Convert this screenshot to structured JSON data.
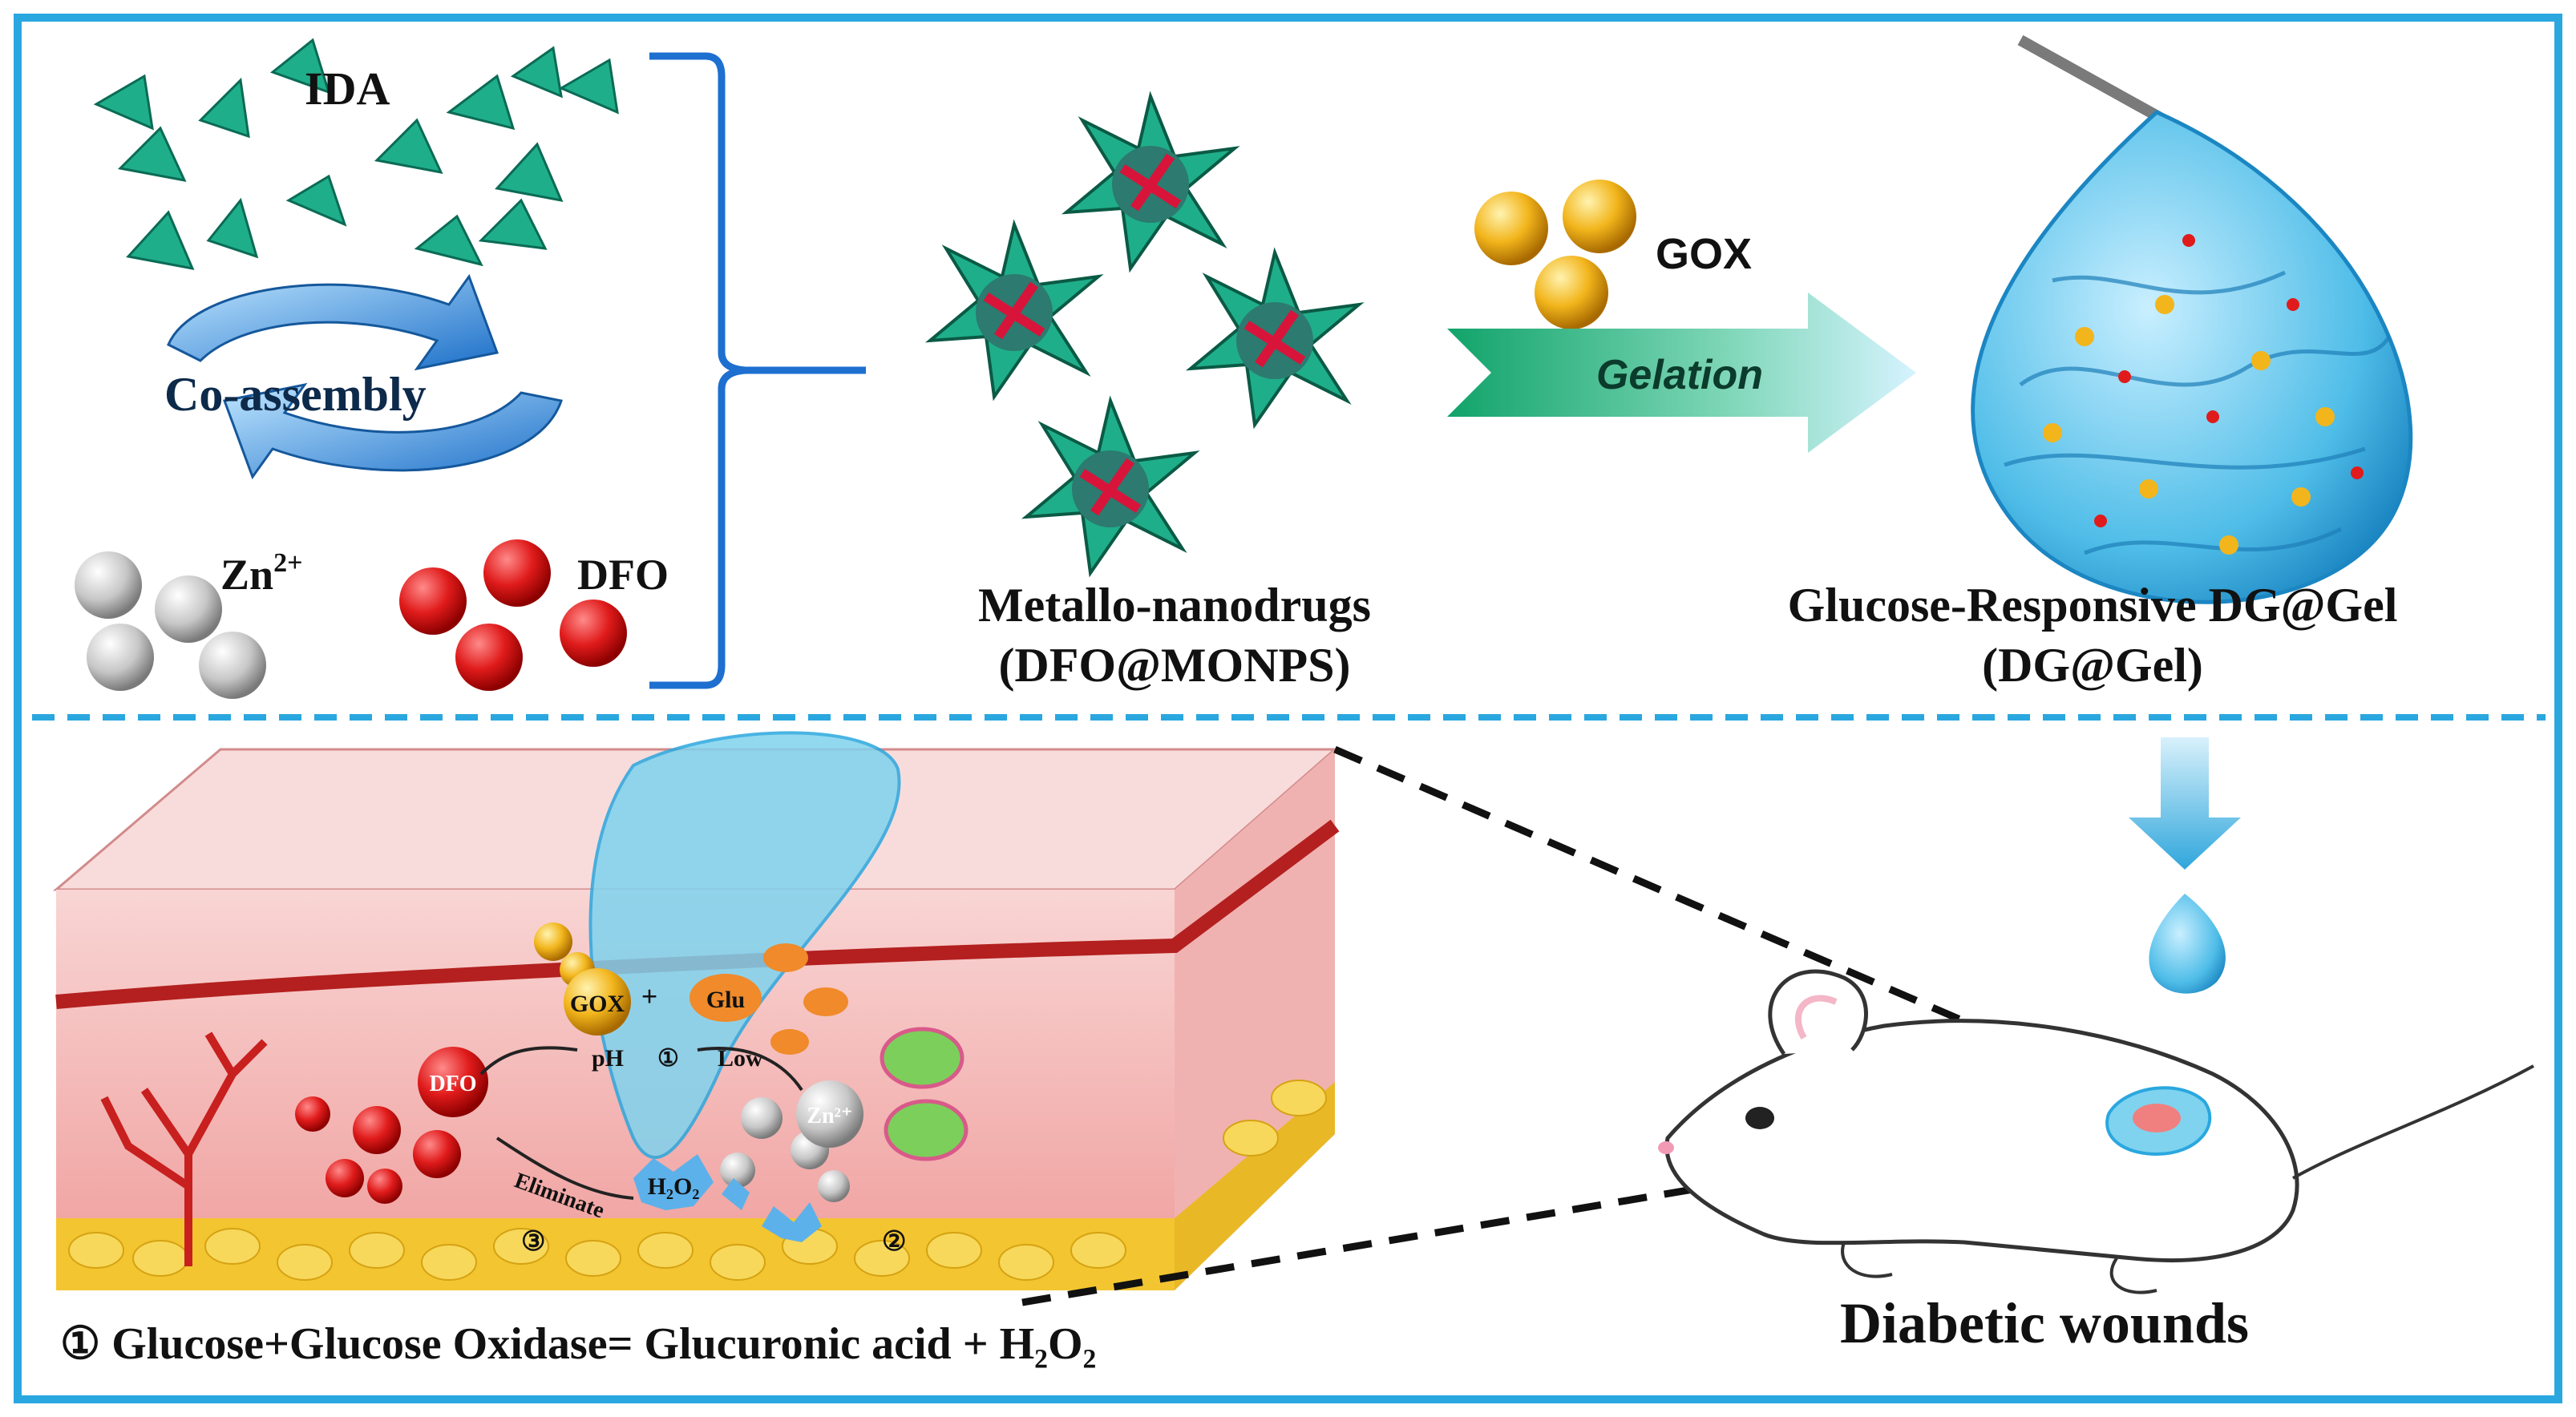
{
  "labels": {
    "ida": "IDA",
    "co_assembly": "Co-assembly",
    "zn": "Zn",
    "zn_sup": "2+",
    "dfo": "DFO",
    "nanodrug_line1": "Metallo-nanodrugs",
    "nanodrug_line2": "(DFO@MONPS)",
    "gox": "GOX",
    "gelation": "Gelation",
    "gel_line1": "Glucose-Responsive DG@Gel",
    "gel_line2": "(DG@Gel)",
    "diabetic_wounds": "Diabetic wounds",
    "equation": "① Glucose+Glucose Oxidase= Glucuronic acid + H₂O₂"
  },
  "skin": {
    "gox": "GOX",
    "plus": "+",
    "glu": "Glu",
    "dfo": "DFO",
    "zn": "Zn²⁺",
    "h2o2": "H₂O₂",
    "ph": "pH",
    "low": "Low",
    "step1": "①",
    "step2": "②",
    "step3": "③",
    "eliminate": "Eliminate"
  },
  "colors": {
    "frame": "#2aa7df",
    "teal": "#1fae8a",
    "dfo_red": "#e01b1b",
    "zn_gray": "#bdbdbd",
    "gox_yellow": "#f2b51c",
    "gel_blue": "#5cc3e8",
    "skin_pink": "#f2a3a0"
  }
}
